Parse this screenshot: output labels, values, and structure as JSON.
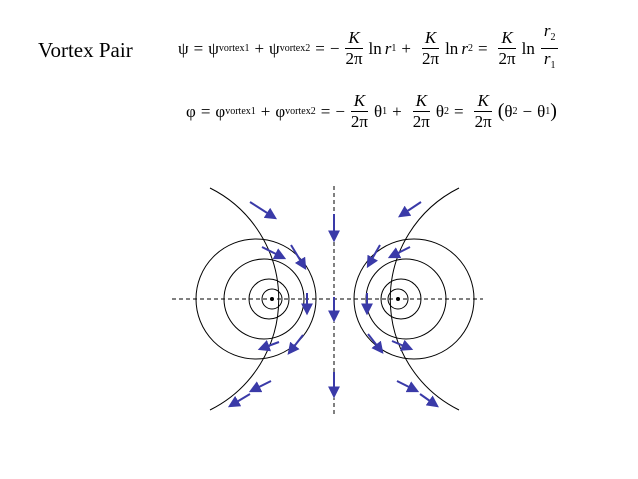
{
  "title": "Vortex Pair",
  "eq1": {
    "lhs": "ψ",
    "eq": "=",
    "sym": "ψ",
    "sub1": "vortex1",
    "plus": "+",
    "sub2": "vortex2",
    "neg": "−",
    "K": "K",
    "twopi": "2π",
    "ln": "ln",
    "r": "r",
    "s1": "1",
    "s2": "2"
  },
  "eq2": {
    "lhs": "φ",
    "eq": "=",
    "sym": "φ",
    "sub1": "vortex1",
    "plus": "+",
    "sub2": "vortex2",
    "neg": "−",
    "K": "K",
    "twopi": "2π",
    "theta": "θ",
    "s1": "1",
    "s2": "2",
    "lparen": "(",
    "rparen": ")"
  },
  "colors": {
    "arrow": "#3a3aa8",
    "line": "#000000"
  }
}
